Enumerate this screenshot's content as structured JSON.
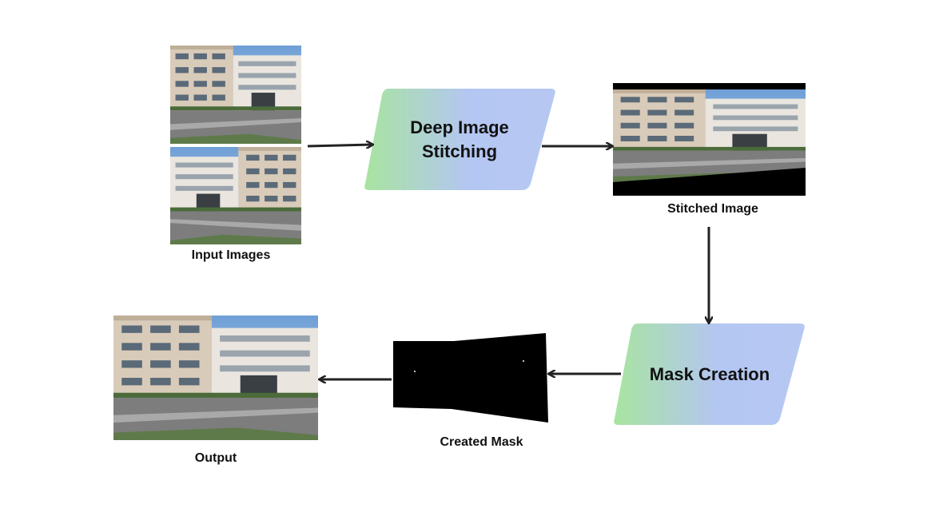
{
  "nodes": {
    "deep_stitching": {
      "line1": "Deep Image",
      "line2": "Stitching"
    },
    "mask_creation": {
      "label": "Mask Creation"
    }
  },
  "labels": {
    "input_images": "Input Images",
    "stitched_image": "Stitched Image",
    "created_mask": "Created Mask",
    "output": "Output"
  },
  "colors": {
    "gradient_start": "#a8e0a0",
    "gradient_end": "#b4c8f0",
    "arrow": "#222222",
    "text": "#111111"
  }
}
